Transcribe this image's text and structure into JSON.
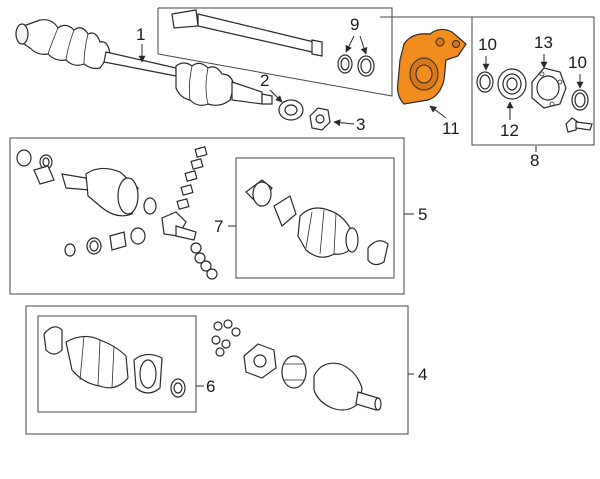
{
  "callouts": {
    "c1": "1",
    "c2": "2",
    "c3": "3",
    "c4": "4",
    "c5": "5",
    "c6": "6",
    "c7": "7",
    "c8": "8",
    "c9": "9",
    "c10a": "10",
    "c10b": "10",
    "c11": "11",
    "c12": "12",
    "c13": "13"
  },
  "colors": {
    "highlight": "#F28C1E"
  },
  "highlighted_part": "11"
}
